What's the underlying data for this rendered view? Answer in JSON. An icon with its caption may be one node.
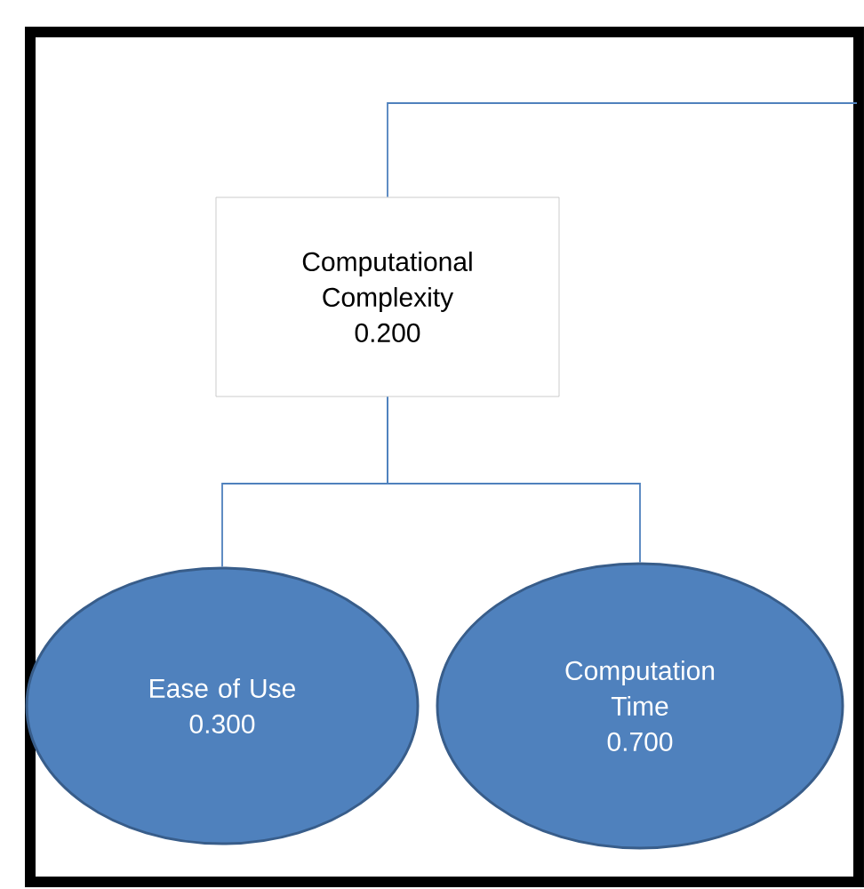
{
  "diagram": {
    "nodes": [
      {
        "text": [
          "Computational Complexity",
          "0.200"
        ]
      },
      {
        "text": [
          "Ease of Use",
          "0.300"
        ]
      },
      {
        "text": [
          "Computation Time",
          "0.700"
        ]
      }
    ],
    "edges": [
      {
        "from": null,
        "to": 0,
        "arrow": "none"
      },
      {
        "from": 0,
        "to": 1,
        "arrow": "none"
      },
      {
        "from": 0,
        "to": 2,
        "arrow": "none"
      }
    ]
  }
}
